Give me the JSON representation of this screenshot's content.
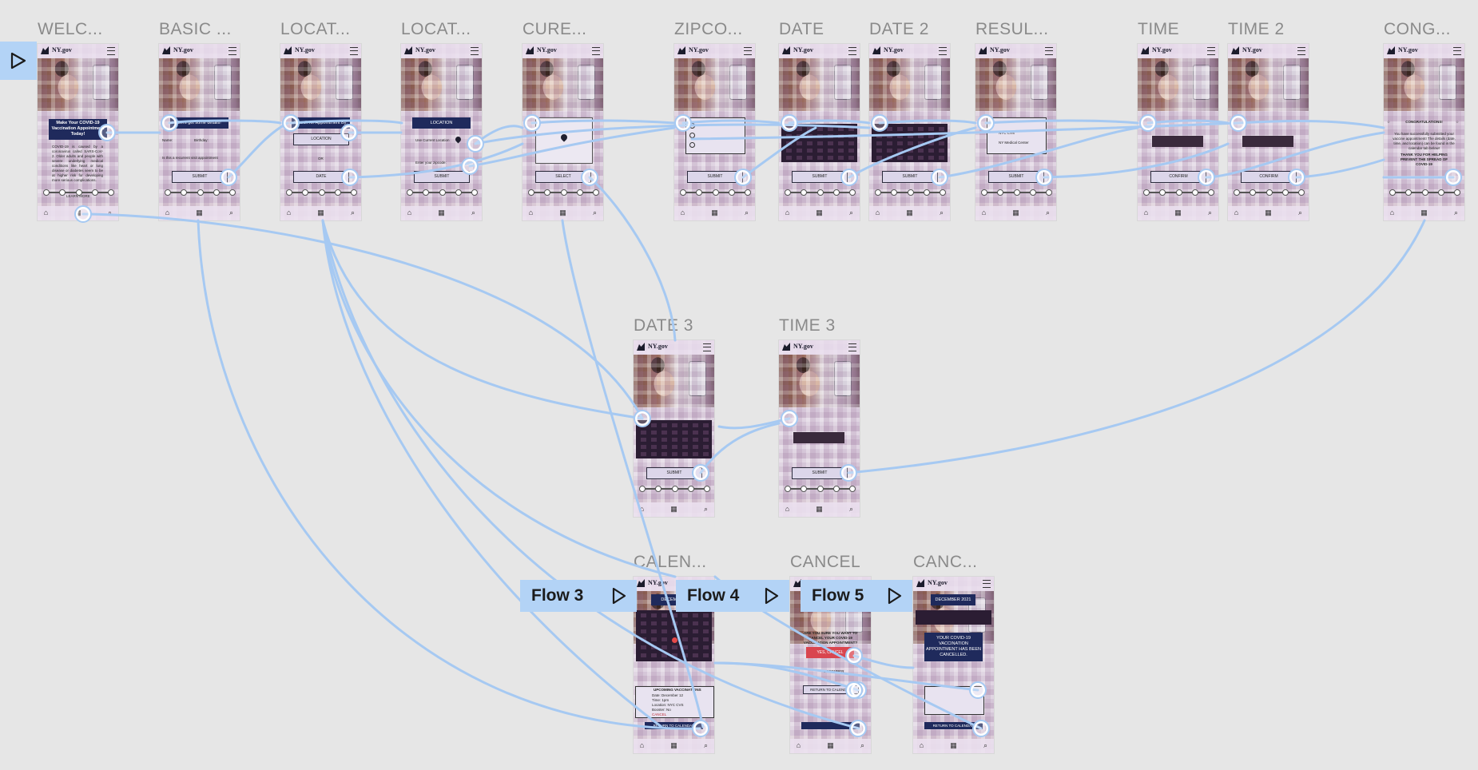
{
  "canvas": {
    "start_button_icon": "play-icon",
    "link_color": "#a6c9f2",
    "background_color": "#e6e6e6"
  },
  "frames": [
    {
      "id": "welcome",
      "label": "WELC...",
      "screen": "welcome",
      "heading": "Make Your COVID-19 Vaccination Appointment Today!",
      "body": "COVID-19 is caused by a coronavirus called SARS-CoV-2. Older adults and people with severe underlying medical conditions like heart or lung disease or diabetes seem to be at higher risk for developing more serious complications.",
      "footer": "LEARN MORE"
    },
    {
      "id": "basic",
      "label": "BASIC ...",
      "screen": "basic",
      "heading": "Let's get some details!",
      "field1": "Name:",
      "field2": "Birthday:",
      "toggle": "Is this a recurrent visit appointment",
      "button": "SUBMIT"
    },
    {
      "id": "location",
      "label": "LOCAT...",
      "screen": "location",
      "heading": "Search for Appointment By:",
      "button1": "LOCATION",
      "or": "OR",
      "button2": "DATE"
    },
    {
      "id": "location2",
      "label": "LOCAT...",
      "screen": "location2",
      "heading": "LOCATION",
      "option1": "Use Current Location",
      "option2": "Enter your zipcode:",
      "button": "SUBMIT"
    },
    {
      "id": "current",
      "label": "CURE...",
      "screen": "current",
      "button": "SELECT"
    },
    {
      "id": "zipcode",
      "label": "ZIPCO...",
      "screen": "zipcode",
      "button": "SUBMIT"
    },
    {
      "id": "date",
      "label": "DATE",
      "screen": "date",
      "button": "SUBMIT"
    },
    {
      "id": "date2",
      "label": "DATE 2",
      "screen": "date",
      "button": "SUBMIT"
    },
    {
      "id": "results",
      "label": "RESUL...",
      "screen": "results",
      "option1": "NYC CVS",
      "option2": "NY Medical Center",
      "button": "SUBMIT"
    },
    {
      "id": "time",
      "label": "TIME",
      "screen": "time",
      "button": "CONFIRM"
    },
    {
      "id": "time2",
      "label": "TIME 2",
      "screen": "time",
      "button": "CONFIRM"
    },
    {
      "id": "congrats",
      "label": "CONG...",
      "screen": "congrats",
      "heading": "CONGRATULATIONS!",
      "body": "You have successfully submitted your vaccine appointment! The details (date, time, and location) can be found in the calendar tab below!",
      "thanks": "THANK YOU FOR HELPING PREVENT THE SPREAD OF COVID-19"
    },
    {
      "id": "date3",
      "label": "DATE 3",
      "screen": "date",
      "button": "SUBMIT"
    },
    {
      "id": "time3",
      "label": "TIME 3",
      "screen": "time",
      "button": "SUBMIT"
    },
    {
      "id": "calendar",
      "label": "CALEN...",
      "screen": "calendar",
      "month": "DECEMBER",
      "card_title": "UPCOMING VACCINATIONS",
      "card_lines": [
        "Date: December 12",
        "Time: 1pm",
        "Location: NYC CVS",
        "Booster: No"
      ],
      "card_link": "CANCEL",
      "button": "RETURN TO CALENDAR"
    },
    {
      "id": "cancel",
      "label": "CANCEL",
      "screen": "cancel",
      "question": "ARE YOU SURE YOU WANT TO CANCEL YOUR COVID-19 VACCINATION APPOINTMENT?",
      "confirm": "YES, CANCEL",
      "divider": "DECEMBER",
      "button": "RETURN TO CALENDAR"
    },
    {
      "id": "cancel2",
      "label": "CANC...",
      "screen": "cancel2",
      "month": "DECEMBER 2021",
      "message": "YOUR COVID-19 VACCINATION APPOINTMENT HAS BEEN CANCELLED.",
      "button": "RETURN TO CALENDAR"
    }
  ],
  "flows": [
    {
      "id": "flow3",
      "label": "Flow 3",
      "icon": "play-icon"
    },
    {
      "id": "flow4",
      "label": "Flow 4",
      "icon": "play-icon"
    },
    {
      "id": "flow5",
      "label": "Flow 5",
      "icon": "play-icon"
    }
  ]
}
